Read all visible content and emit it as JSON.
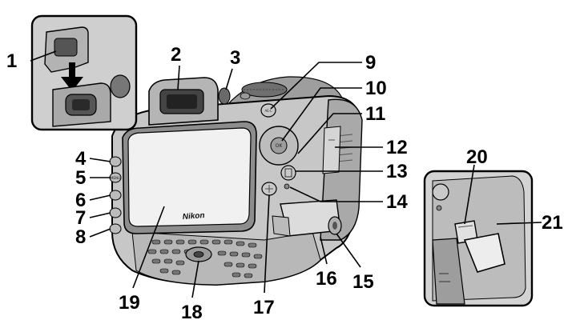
{
  "camera": {
    "brand_label": "Nikon"
  },
  "callouts": [
    {
      "id": "1",
      "label": "1"
    },
    {
      "id": "2",
      "label": "2"
    },
    {
      "id": "3",
      "label": "3"
    },
    {
      "id": "4",
      "label": "4"
    },
    {
      "id": "5",
      "label": "5"
    },
    {
      "id": "6",
      "label": "6"
    },
    {
      "id": "7",
      "label": "7"
    },
    {
      "id": "8",
      "label": "8"
    },
    {
      "id": "9",
      "label": "9"
    },
    {
      "id": "10",
      "label": "10"
    },
    {
      "id": "11",
      "label": "11"
    },
    {
      "id": "12",
      "label": "12"
    },
    {
      "id": "13",
      "label": "13"
    },
    {
      "id": "14",
      "label": "14"
    },
    {
      "id": "15",
      "label": "15"
    },
    {
      "id": "16",
      "label": "16"
    },
    {
      "id": "17",
      "label": "17"
    },
    {
      "id": "18",
      "label": "18"
    },
    {
      "id": "19",
      "label": "19"
    },
    {
      "id": "20",
      "label": "20"
    },
    {
      "id": "21",
      "label": "21"
    }
  ],
  "buttons": {
    "menu": "MENU",
    "ok": "OK",
    "ae_l": "AE-L"
  },
  "colors": {
    "body": "#c7c7c7",
    "body_dark": "#8d8d8d",
    "screen": "#f1f1f1",
    "inset_bg": "#d3d3d3",
    "ink": "#000000"
  }
}
